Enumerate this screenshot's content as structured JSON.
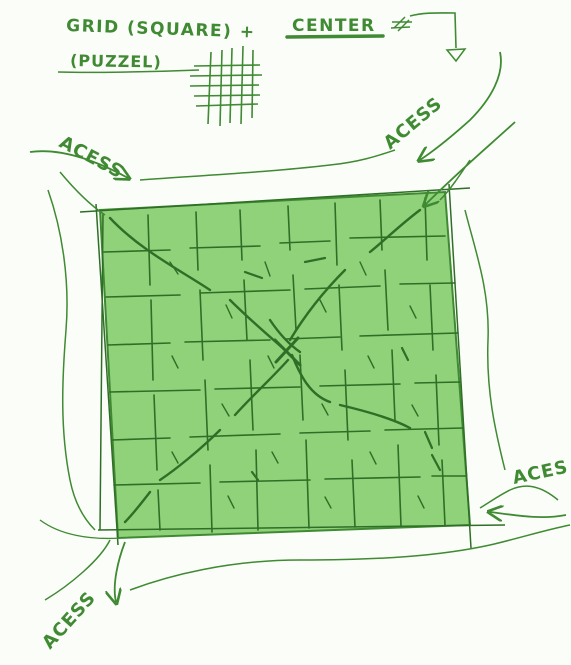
{
  "title": {
    "line1_a": "GRID (SQUARE) +",
    "line1_b": "CENTER",
    "line2": "(PUZZEL)"
  },
  "access_labels": {
    "top_left": "ACESS",
    "top_right": "ACESS",
    "bottom_left": "ACESS",
    "bottom_right": "ACES"
  },
  "colors": {
    "ink": "#3f8a32",
    "ink_dark": "#2f6e26",
    "fill": "#8fd27a",
    "paper": "#fbfdf9"
  }
}
